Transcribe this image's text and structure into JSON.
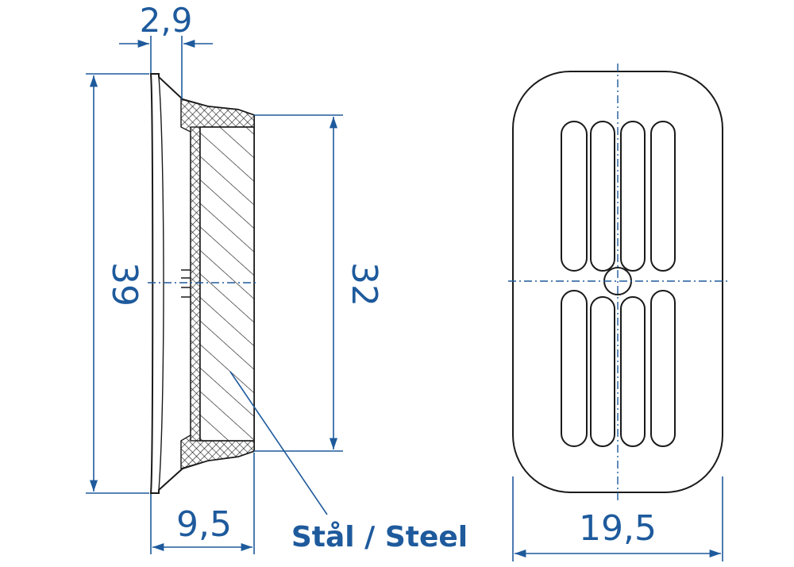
{
  "dimensions": {
    "flange_thickness": "2,9",
    "outer_height": "39",
    "insert_height": "32",
    "depth": "9,5",
    "width": "19,5"
  },
  "labels": {
    "material": "Stål / Steel"
  },
  "colors": {
    "dimension": "#1e5a9c",
    "outline": "#1a1a1a"
  }
}
